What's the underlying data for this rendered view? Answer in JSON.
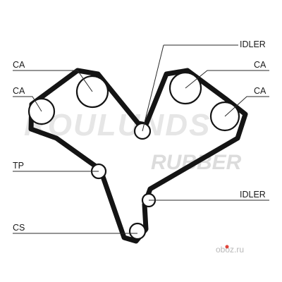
{
  "watermark": {
    "brand": "ROULUNDS",
    "sub": "RUBBER",
    "site_prefix": "oboz",
    "site_suffix": ".ru",
    "dot_color": "#e0443a"
  },
  "labels": {
    "idler_top": "IDLER",
    "ca_left_upper": "CA",
    "ca_left_lower": "CA",
    "ca_right_upper": "CA",
    "ca_right_lower": "CA",
    "tp": "TP",
    "idler_bottom": "IDLER",
    "cs": "CS"
  },
  "colors": {
    "belt": "#141414",
    "text": "#1a1a1a"
  }
}
